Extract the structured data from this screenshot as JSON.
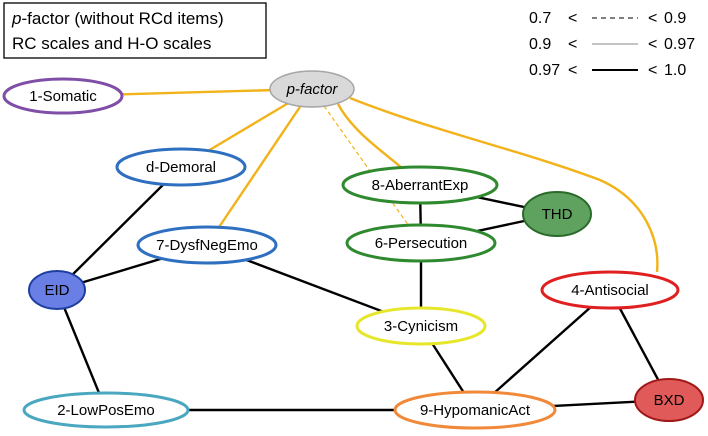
{
  "title": {
    "line1_italic": "p",
    "line1_rest": "-factor (without RCd items)",
    "line2": "RC scales and H-O scales"
  },
  "legend": {
    "row1": {
      "low": "0.7",
      "lt1": "<",
      "lt2": "<",
      "high": "0.9"
    },
    "row2": {
      "low": "0.9",
      "lt1": "<",
      "lt2": "<",
      "high": "0.97"
    },
    "row3": {
      "low": "0.97",
      "lt1": "<",
      "lt2": "<",
      "high": "1.0"
    }
  },
  "nodes": {
    "pfactor": {
      "label": "p-factor",
      "color": "#a6a6a6",
      "fill": "#d9d9d9"
    },
    "somatic": {
      "label": "1-Somatic",
      "color": "#7f4fa8"
    },
    "demoral": {
      "label": "d-Demoral",
      "color": "#2e6fc0"
    },
    "dysfnegemo": {
      "label": "7-DysfNegEmo",
      "color": "#2e6fc0"
    },
    "eid": {
      "label": "EID",
      "color": "#1f3fa0",
      "fill": "#6a7fe6"
    },
    "lowposemo": {
      "label": "2-LowPosEmo",
      "color": "#4aa7c0"
    },
    "aberrantexp": {
      "label": "8-AberrantExp",
      "color": "#2f8a2f"
    },
    "persecution": {
      "label": "6-Persecution",
      "color": "#2f8a2f"
    },
    "thd": {
      "label": "THD",
      "color": "#2a6a2a",
      "fill": "#5fa25f"
    },
    "cynicism": {
      "label": "3-Cynicism",
      "color": "#e6e62a"
    },
    "antisocial": {
      "label": "4-Antisocial",
      "color": "#e02020"
    },
    "bxd": {
      "label": "BXD",
      "color": "#a01818",
      "fill": "#e05a5a"
    },
    "hypomanicact": {
      "label": "9-HypomanicAct",
      "color": "#f08a3a"
    }
  },
  "edges": [
    {
      "from": "pfactor",
      "to": "somatic",
      "color": "#f2b21a",
      "style": "solid"
    },
    {
      "from": "pfactor",
      "to": "demoral",
      "color": "#f2b21a",
      "style": "solid"
    },
    {
      "from": "pfactor",
      "to": "dysfnegemo",
      "color": "#f2b21a",
      "style": "solid"
    },
    {
      "from": "pfactor",
      "to": "persecution",
      "color": "#f2b21a",
      "style": "dashed"
    },
    {
      "from": "pfactor",
      "to": "aberrantexp",
      "color": "#f2b21a",
      "style": "solid"
    },
    {
      "from": "pfactor",
      "to": "antisocial",
      "color": "#f2b21a",
      "style": "solid"
    },
    {
      "from": "demoral",
      "to": "eid",
      "color": "#000000",
      "style": "solid"
    },
    {
      "from": "dysfnegemo",
      "to": "eid",
      "color": "#000000",
      "style": "solid"
    },
    {
      "from": "dysfnegemo",
      "to": "cynicism",
      "color": "#000000",
      "style": "solid"
    },
    {
      "from": "eid",
      "to": "lowposemo",
      "color": "#000000",
      "style": "solid"
    },
    {
      "from": "lowposemo",
      "to": "hypomanicact",
      "color": "#000000",
      "style": "solid"
    },
    {
      "from": "aberrantexp",
      "to": "persecution",
      "color": "#000000",
      "style": "solid"
    },
    {
      "from": "aberrantexp",
      "to": "thd",
      "color": "#000000",
      "style": "solid"
    },
    {
      "from": "persecution",
      "to": "thd",
      "color": "#000000",
      "style": "solid"
    },
    {
      "from": "persecution",
      "to": "cynicism",
      "color": "#000000",
      "style": "solid"
    },
    {
      "from": "cynicism",
      "to": "hypomanicact",
      "color": "#000000",
      "style": "solid"
    },
    {
      "from": "hypomanicact",
      "to": "antisocial",
      "color": "#000000",
      "style": "solid"
    },
    {
      "from": "hypomanicact",
      "to": "bxd",
      "color": "#000000",
      "style": "solid"
    },
    {
      "from": "antisocial",
      "to": "bxd",
      "color": "#000000",
      "style": "solid"
    }
  ]
}
